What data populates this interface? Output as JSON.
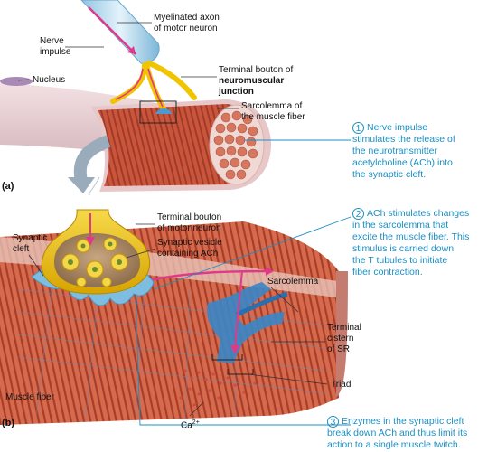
{
  "labels": {
    "myelinated_axon": [
      "Myelinated axon",
      "of motor neuron"
    ],
    "nerve_impulse": [
      "Nerve",
      "impulse"
    ],
    "nucleus": "Nucleus",
    "terminal_bouton_top": [
      "Terminal bouton of",
      "neuromuscular",
      "junction"
    ],
    "sarcolemma_top": [
      "Sarcolemma of",
      "the muscle fiber"
    ],
    "panel_a": "(a)",
    "panel_b": "(b)",
    "synaptic_cleft": [
      "Synaptic",
      "cleft"
    ],
    "terminal_bouton_b": [
      "Terminal bouton",
      "of motor neuron"
    ],
    "synaptic_vesicle": [
      "Synaptic vesicle",
      "containing ACh"
    ],
    "sarcolemma_b": "Sarcolemma",
    "terminal_cistern": [
      "Terminal",
      "cistern",
      "of SR"
    ],
    "triad": "Triad",
    "muscle_fiber": "Muscle fiber",
    "ca": "Ca",
    "ca_sup": "2+"
  },
  "callouts": [
    {
      "number": "1",
      "lines": [
        "Nerve impulse",
        "stimulates the release of",
        "the neurotransmitter",
        "acetylcholine (ACh) into",
        "the synaptic cleft."
      ]
    },
    {
      "number": "2",
      "lines": [
        "ACh stimulates changes",
        "in the sarcolemma that",
        "excite the muscle fiber. This",
        "stimulus is carried down",
        "the T tubules to initiate",
        "fiber contraction."
      ]
    },
    {
      "number": "3",
      "lines": [
        "Enzymes in the synaptic cleft",
        "break down ACh and thus limit its",
        "action to a single muscle twitch."
      ]
    }
  ],
  "colors": {
    "callout_blue": "#1b8fc4",
    "muscle_red": "#c8583e",
    "axon_blue": "#b9dcef",
    "bouton_yellow": "#f1c400",
    "impulse_pink": "#e0398a",
    "sr_blue": "#3a86c8"
  }
}
